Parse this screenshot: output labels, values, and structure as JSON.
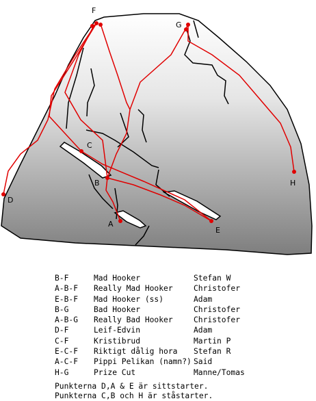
{
  "points": [
    {
      "id": "F",
      "label": "F"
    },
    {
      "id": "G",
      "label": "G"
    },
    {
      "id": "C",
      "label": "C"
    },
    {
      "id": "B",
      "label": "B"
    },
    {
      "id": "D",
      "label": "D"
    },
    {
      "id": "A",
      "label": "A"
    },
    {
      "id": "E",
      "label": "E"
    },
    {
      "id": "H",
      "label": "H"
    }
  ],
  "route_color": "#e00000",
  "routes": [
    {
      "code": "B-F",
      "name": "Mad Hooker",
      "author": "Stefan W"
    },
    {
      "code": "A-B-F",
      "name": "Really Mad Hooker",
      "author": "Christofer"
    },
    {
      "code": "E-B-F",
      "name": "Mad Hooker (ss)",
      "author": "Adam"
    },
    {
      "code": "B-G",
      "name": "Bad Hooker",
      "author": "Christofer"
    },
    {
      "code": "A-B-G",
      "name": "Really Bad Hooker",
      "author": "Christofer"
    },
    {
      "code": "D-F",
      "name": "Leif-Edvin",
      "author": "Adam"
    },
    {
      "code": "C-F",
      "name": "Kristibrud",
      "author": "Martin P"
    },
    {
      "code": "E-C-F",
      "name": "Riktigt dålig hora",
      "author": "Stefan R"
    },
    {
      "code": "A-C-F",
      "name": "Pippi Pelikan (namn?)",
      "author": "Said"
    },
    {
      "code": "H-G",
      "name": "Prize Cut",
      "author": "Manne/Tomas"
    }
  ],
  "notes": {
    "sit_start": "Punkterna D,A & E är sittstarter.",
    "stand_start": "Punkterna C,B och H är ståstarter."
  }
}
